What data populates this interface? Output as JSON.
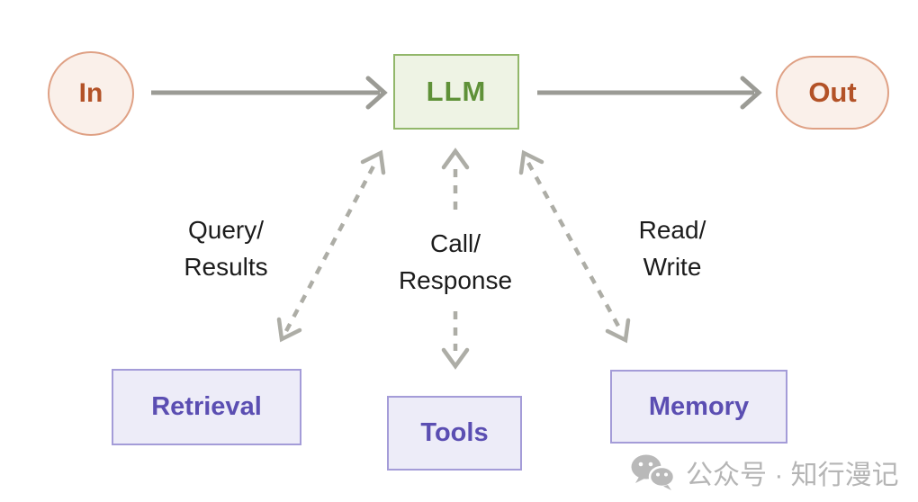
{
  "diagram": {
    "title_implicit": "LLM agent dataflow diagram",
    "nodes": {
      "input": {
        "label": "In"
      },
      "llm": {
        "label": "LLM"
      },
      "output": {
        "label": "Out"
      },
      "retrieval": {
        "label": "Retrieval"
      },
      "tools": {
        "label": "Tools"
      },
      "memory": {
        "label": "Memory"
      }
    },
    "edge_labels": {
      "query_results": {
        "line1": "Query/",
        "line2": "Results"
      },
      "call_response": {
        "line1": "Call/",
        "line2": "Response"
      },
      "read_write": {
        "line1": "Read/",
        "line2": "Write"
      }
    },
    "edges": [
      {
        "from": "input",
        "to": "llm",
        "style": "solid-arrow"
      },
      {
        "from": "llm",
        "to": "output",
        "style": "solid-arrow"
      },
      {
        "from": "llm",
        "to": "retrieval",
        "style": "dashed-double-arrow",
        "label": "Query/Results"
      },
      {
        "from": "llm",
        "to": "tools",
        "style": "dashed-double-arrow",
        "label": "Call/Response"
      },
      {
        "from": "llm",
        "to": "memory",
        "style": "dashed-double-arrow",
        "label": "Read/Write"
      }
    ],
    "colors": {
      "io_fill": "#faf0ea",
      "io_border": "#dfa185",
      "io_text": "#b35227",
      "llm_fill": "#eef3e4",
      "llm_border": "#92b76a",
      "llm_text": "#5f9138",
      "module_fill": "#edecf8",
      "module_border": "#a49cd8",
      "module_text": "#5b4eb2",
      "arrow_solid": "#9b9b95",
      "arrow_dashed": "#adada6",
      "label_text": "#1c1c1c",
      "watermark_text": "#b5b5b5",
      "background": "#ffffff"
    }
  },
  "watermark": {
    "text": "公众号 · 知行漫记",
    "icon": "wechat-icon"
  }
}
